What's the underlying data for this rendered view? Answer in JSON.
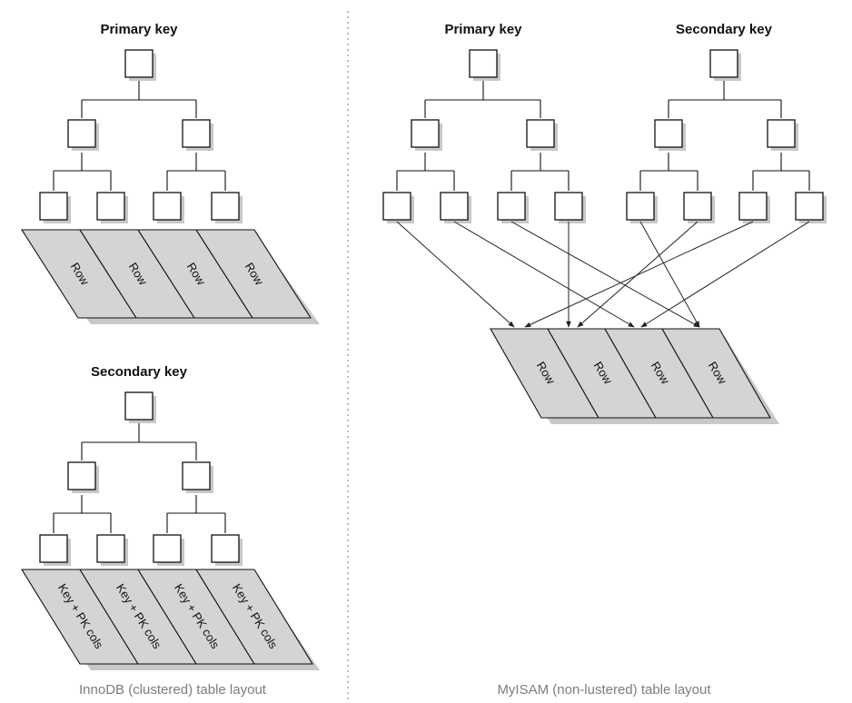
{
  "innodb": {
    "primary_label": "Primary key",
    "secondary_label": "Secondary key",
    "primary_rows": [
      "Row",
      "Row",
      "Row",
      "Row"
    ],
    "secondary_rows": [
      "Key + PK cols",
      "Key + PK cols",
      "Key + PK cols",
      "Key + PK cols"
    ],
    "caption": "InnoDB (clustered) table layout"
  },
  "myisam": {
    "primary_label": "Primary key",
    "secondary_label": "Secondary key",
    "rows": [
      "Row",
      "Row",
      "Row",
      "Row"
    ],
    "caption": "MyISAM (non-lustered) table layout"
  }
}
